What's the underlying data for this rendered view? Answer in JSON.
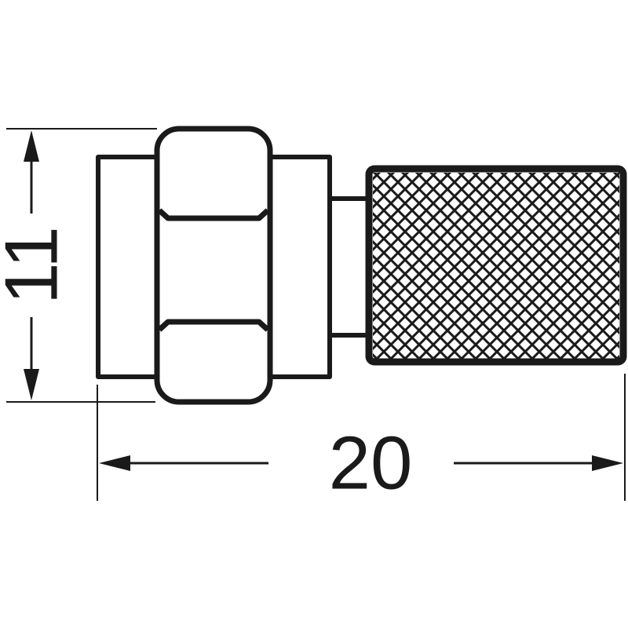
{
  "drawing": {
    "type": "technical-dimension-drawing",
    "subject": "f-connector",
    "stroke_color": "#1a1a1a",
    "background_color": "#ffffff"
  },
  "dimensions": {
    "height": {
      "value": "11",
      "orientation": "vertical"
    },
    "length": {
      "value": "20",
      "orientation": "horizontal"
    }
  }
}
